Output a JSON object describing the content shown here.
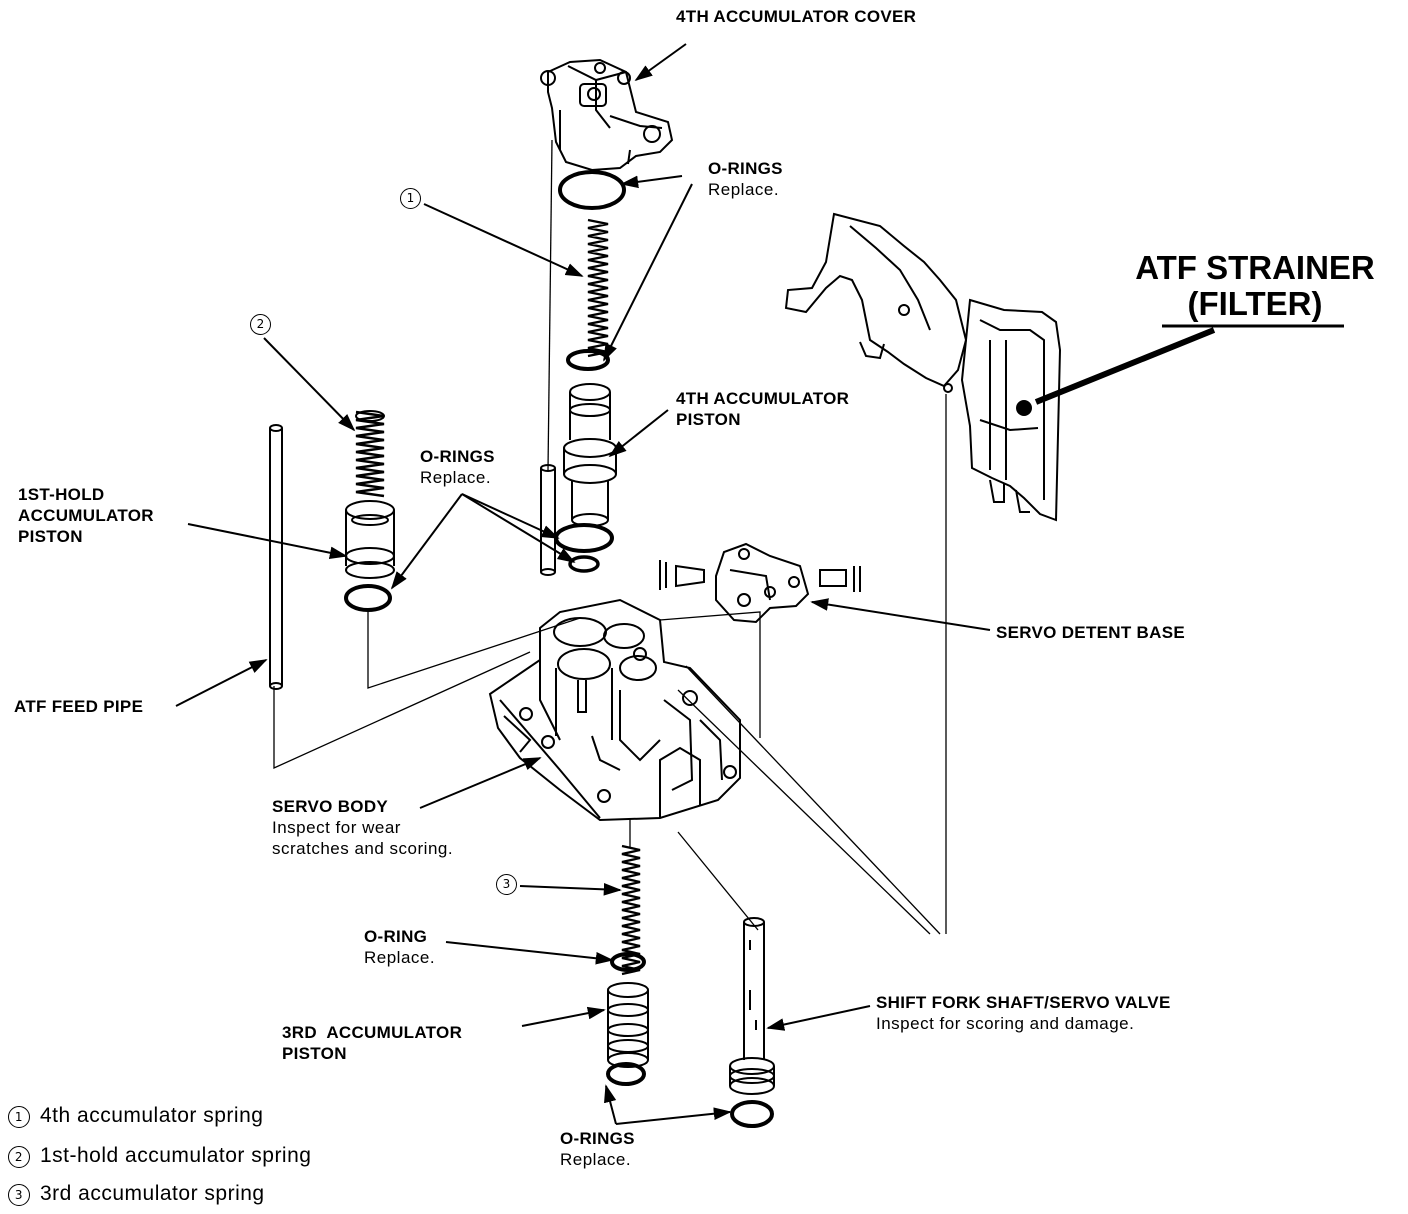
{
  "labels": {
    "acc4_cover": "4TH ACCUMULATOR COVER",
    "orings_top": {
      "title": "O-RINGS",
      "note": "Replace."
    },
    "acc4_piston": {
      "line1": "4TH ACCUMULATOR",
      "line2": "PISTON"
    },
    "orings_mid": {
      "title": "O-RINGS",
      "note": "Replace."
    },
    "hold1_piston": {
      "line1": "1ST-HOLD",
      "line2": "ACCUMULATOR",
      "line3": "PISTON"
    },
    "atf_feed_pipe": "ATF FEED PIPE",
    "servo_detent_base": "SERVO DETENT BASE",
    "servo_body": {
      "title": "SERVO BODY",
      "note1": "Inspect for wear",
      "note2": "scratches and scoring."
    },
    "oring_single": {
      "title": "O-RING",
      "note": "Replace."
    },
    "acc3_piston": {
      "line1": "3RD  ACCUMULATOR",
      "line2": "PISTON"
    },
    "shift_fork": {
      "title": "SHIFT FORK SHAFT/SERVO VALVE",
      "note": "Inspect for scoring and damage."
    },
    "orings_bottom": {
      "title": "O-RINGS",
      "note": "Replace."
    },
    "atf_strainer": {
      "line1": "ATF STRAINER",
      "line2": "(FILTER)"
    }
  },
  "callouts": {
    "one": "1",
    "two": "2",
    "three": "3"
  },
  "legend": [
    {
      "num": "1",
      "text": "4th accumulator spring"
    },
    {
      "num": "2",
      "text": "1st-hold accumulator spring"
    },
    {
      "num": "3",
      "text": "3rd accumulator spring"
    }
  ]
}
